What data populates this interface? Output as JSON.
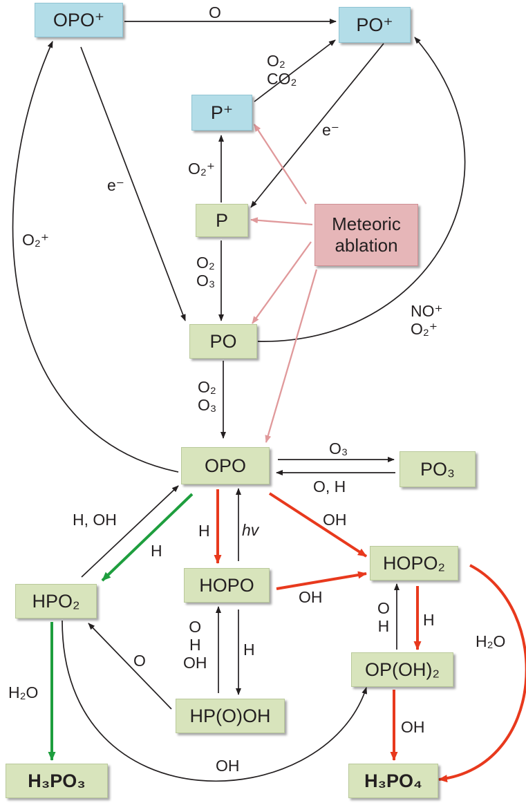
{
  "species": {
    "opo_plus": "OPO⁺",
    "po_plus": "PO⁺",
    "p_plus": "P⁺",
    "p": "P",
    "meteoric_ablation": "Meteoric\nablation",
    "po": "PO",
    "opo": "OPO",
    "po3": "PO₃",
    "hpo2": "HPO₂",
    "hopo": "HOPO",
    "hopo2": "HOPO₂",
    "op_oh2": "OP(OH)₂",
    "hp_o_oh": "HP(O)OH",
    "h3po3": "H₃PO₃",
    "h3po4": "H₃PO₄"
  },
  "reactants": {
    "opo_plus_to_po_plus": "O",
    "p_plus_to_po_plus": "O₂\nCO₂",
    "po_plus_to_p": "e⁻",
    "p_to_p_plus": "O₂⁺",
    "opo_plus_to_po": "e⁻",
    "opo_to_opo_plus": "O₂⁺",
    "p_to_po": "O₂\nO₃",
    "po_to_po_plus": "NO⁺\nO₂⁺",
    "po_to_opo": "O₂\nO₃",
    "opo_to_po3": "O₃",
    "po3_to_opo": "O, H",
    "hpo2_to_opo": "H, OH",
    "opo_to_hpo2": "H",
    "opo_to_hopo": "H",
    "hopo_to_opo": "hv",
    "opo_to_hopo2": "OH",
    "hopo_to_hopo2": "OH",
    "op_oh2_to_hopo2": "O\nH",
    "hopo2_to_op_oh2": "H",
    "hp_o_oh_to_hopo": "O\nH\nOH",
    "hopo_to_hp_o_oh": "H",
    "hp_o_oh_to_hpo2": "O",
    "hpo2_to_h3po3": "H₂O",
    "hpo2_to_op_oh2": "OH",
    "op_oh2_to_h3po4": "OH",
    "hopo2_to_h3po4": "H₂O"
  },
  "colors": {
    "neutral_box": "#d8e4bc",
    "ion_box": "#b3dde8",
    "source_box": "#e6b6b8",
    "arrow_black": "#231f20",
    "arrow_red": "#e8391d",
    "arrow_green": "#1e9e3e",
    "arrow_pink": "#e0999b"
  }
}
